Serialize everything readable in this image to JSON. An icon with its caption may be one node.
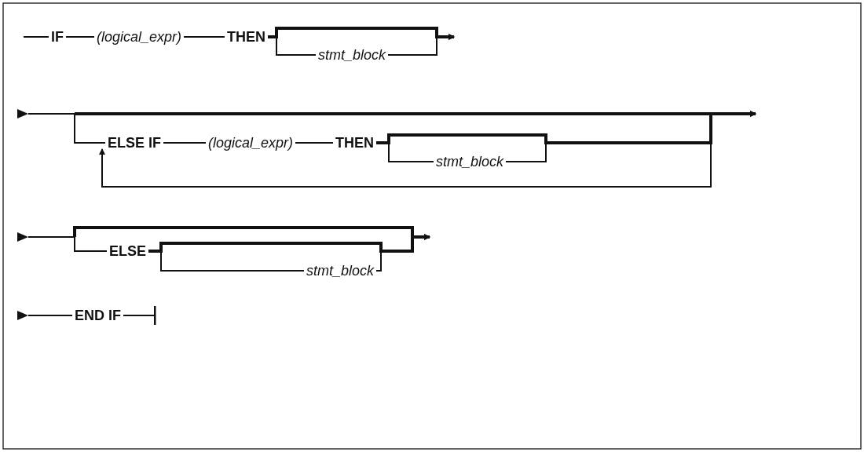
{
  "diagram": {
    "nodes": [
      {
        "text": [
          "IF"
        ]
      },
      {
        "text": [
          "(logical_expr)"
        ]
      },
      {
        "text": [
          "THEN"
        ]
      },
      {
        "text": [
          "stmt_block"
        ]
      },
      {
        "text": [
          "ELSE IF"
        ]
      },
      {
        "text": [
          "(logical_expr)"
        ]
      },
      {
        "text": [
          "THEN"
        ]
      },
      {
        "text": [
          "stmt_block"
        ]
      },
      {
        "text": [
          "ELSE"
        ]
      },
      {
        "text": [
          "stmt_block"
        ]
      },
      {
        "text": [
          "END IF"
        ]
      }
    ],
    "edges": [
      {
        "from": null,
        "to": 0,
        "arrow": "none"
      },
      {
        "from": 0,
        "to": 1,
        "arrow": "none"
      },
      {
        "from": 1,
        "to": 2,
        "arrow": "none"
      },
      {
        "from": 2,
        "to": 3,
        "arrow": "none"
      },
      {
        "from": 2,
        "to": null,
        "arrow": "to",
        "style": "thick"
      },
      {
        "from": 3,
        "to": null,
        "arrow": "to"
      },
      {
        "from": 4,
        "to": null,
        "arrow": "other"
      },
      {
        "from": 4,
        "to": 5,
        "arrow": "none"
      },
      {
        "from": 5,
        "to": 6,
        "arrow": "none"
      },
      {
        "from": 6,
        "to": 7,
        "arrow": "none"
      },
      {
        "from": 6,
        "to": null,
        "arrow": "to",
        "style": "thick"
      },
      {
        "from": 7,
        "to": null,
        "arrow": "to"
      },
      {
        "from": 7,
        "to": 4,
        "arrow": "to"
      },
      {
        "from": 8,
        "to": null,
        "arrow": "other"
      },
      {
        "from": 8,
        "to": 9,
        "arrow": "none"
      },
      {
        "from": 8,
        "to": null,
        "arrow": "to",
        "style": "thick"
      },
      {
        "from": 9,
        "to": null,
        "arrow": "to"
      },
      {
        "from": 10,
        "to": null,
        "arrow": "other"
      },
      {
        "from": 10,
        "to": null,
        "arrow": "other"
      }
    ]
  }
}
